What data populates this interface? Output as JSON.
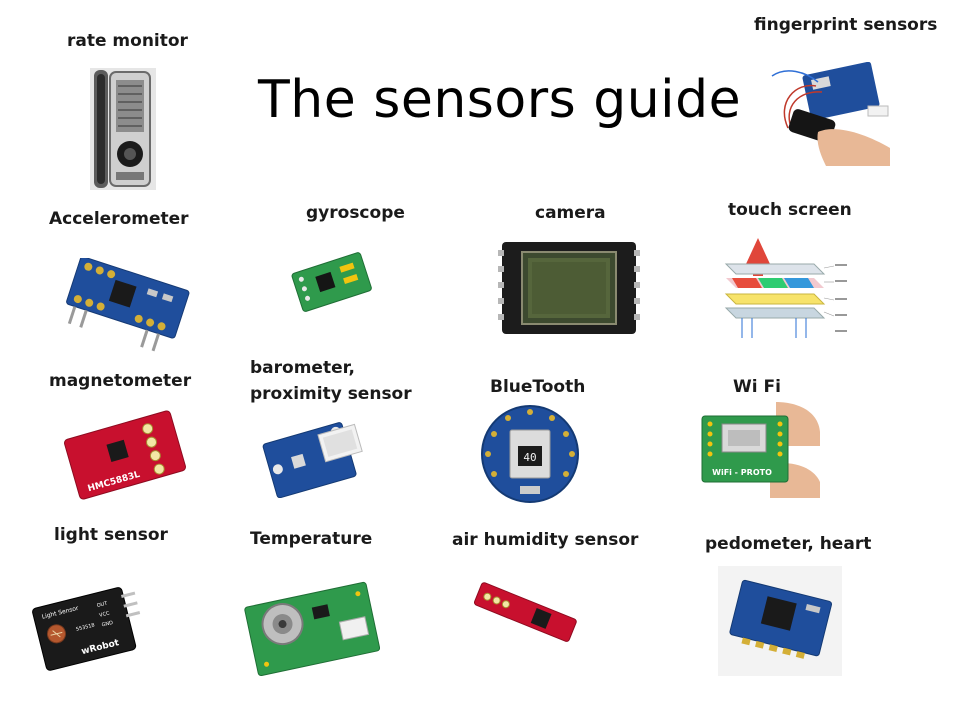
{
  "title": "The sensors guide",
  "labels": {
    "rate_monitor": "rate monitor",
    "fingerprint": "fingerprint sensors",
    "accelerometer": "Accelerometer",
    "gyroscope": "gyroscope",
    "camera": "camera",
    "touch_screen": "touch screen",
    "magnetometer": "magnetometer",
    "barometer_line1": "barometer,",
    "barometer_line2": "proximity sensor",
    "bluetooth": "BlueTooth",
    "wifi": "Wi Fi",
    "light_sensor": "light sensor",
    "temperature": "Temperature",
    "air_humidity": "air humidity sensor",
    "pedometer": "pedometer, heart"
  },
  "board_text": {
    "magnetometer_chip": "HMC5883L",
    "light_board_title": "Light Sensor",
    "light_board_brand": "wRobot",
    "light_board_code": "553518",
    "light_pins": [
      "OUT",
      "VCC",
      "GND"
    ],
    "wifi_board": "WiFi - PROTO",
    "bluetooth_chip": "40"
  },
  "colors": {
    "label_text": "#1a1a1a",
    "pcb_blue": "#1f4e9c",
    "pcb_green": "#2f9a4c",
    "pcb_red": "#c8102e",
    "pcb_black": "#222222"
  }
}
